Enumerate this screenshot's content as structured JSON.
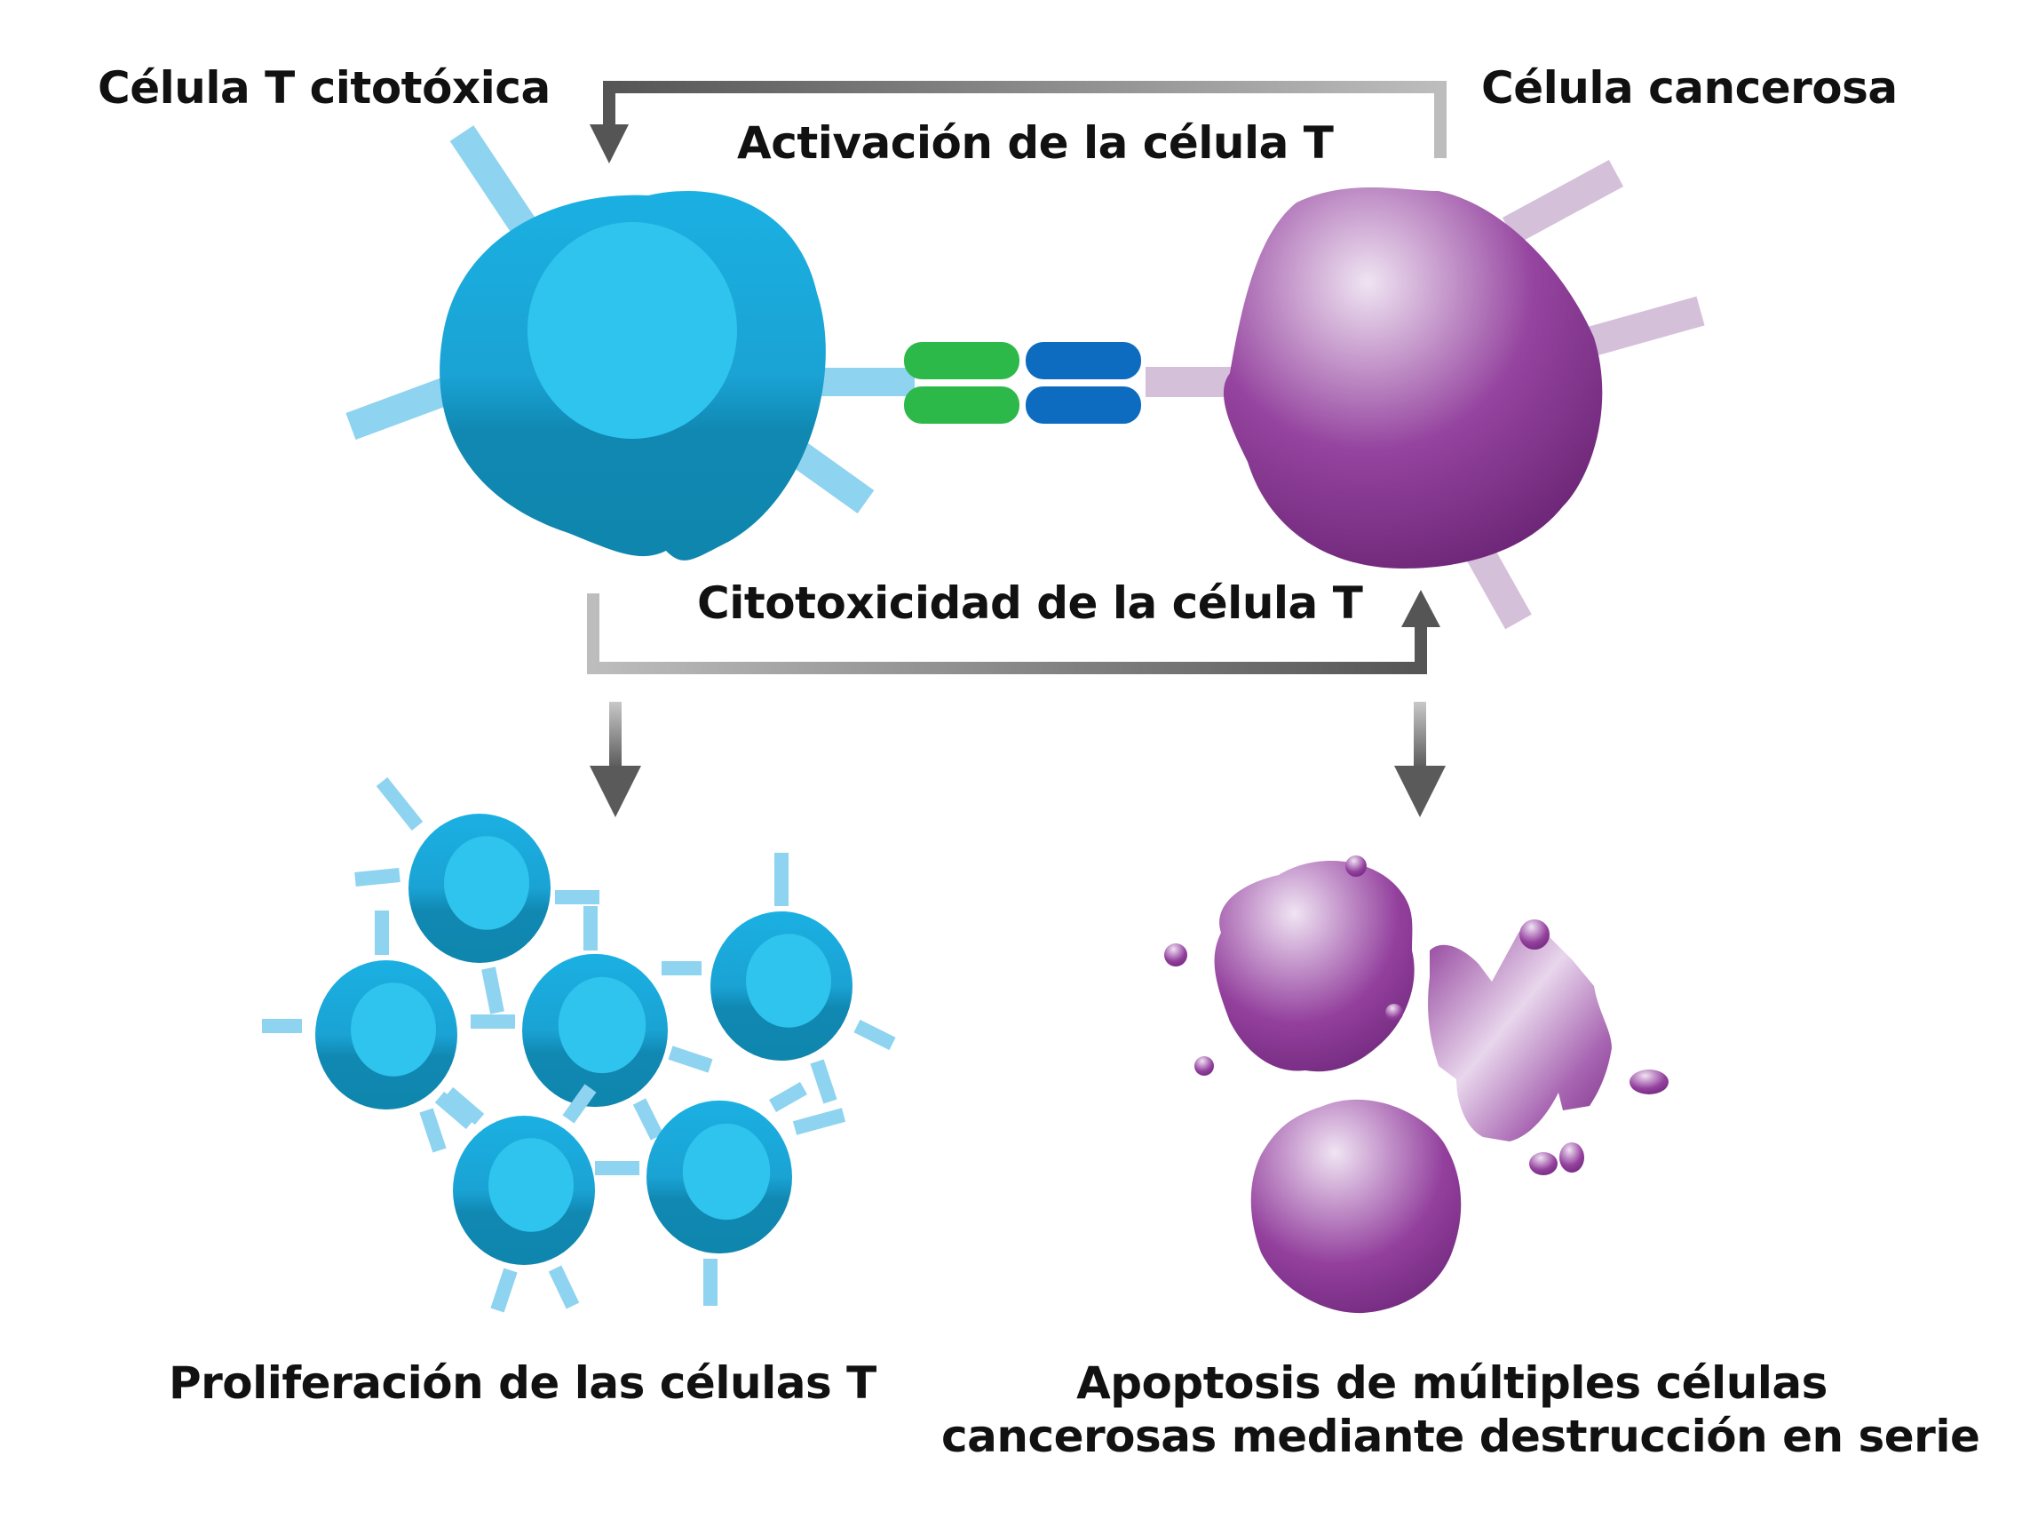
{
  "diagram": {
    "title_left": "Célula T citotóxica",
    "title_right": "Célula cancerosa",
    "arrow_top_label": "Activación de la célula T",
    "arrow_bottom_label": "Citotoxicidad de la célula T",
    "outcome_left": "Proliferación de las células T",
    "outcome_right_line1": "Apoptosis de múltiples células",
    "outcome_right_line2": "cancerosas mediante destrucción en serie"
  },
  "colors": {
    "t_cell_outer": "#1a9fd0",
    "t_cell_outer_dark": "#0f86ad",
    "t_cell_nucleus": "#2ec4ee",
    "t_cell_receptor": "#8ed3f0",
    "cancer_cell_light": "#eadcef",
    "cancer_cell_mid": "#a058ab",
    "cancer_cell_dark": "#7a2a84",
    "cancer_receptor": "#d5c0da",
    "linker_green": "#2db84a",
    "linker_blue": "#0d6cc0",
    "arrow_dark": "#555555",
    "arrow_light": "#b8b8b8",
    "text": "#111111"
  }
}
